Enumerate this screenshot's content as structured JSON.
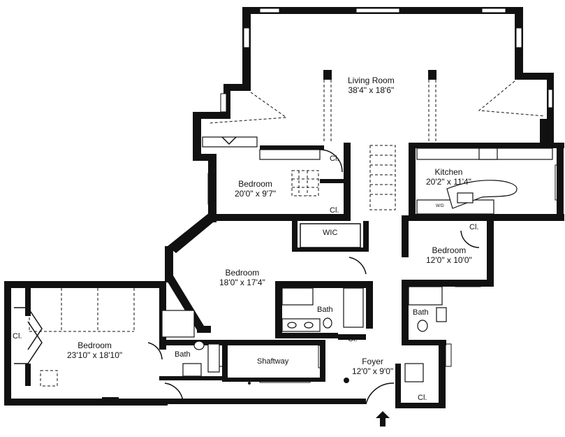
{
  "rooms": {
    "living_room": {
      "name": "Living Room",
      "dims": "38'4\" x 18'6\""
    },
    "kitchen": {
      "name": "Kitchen",
      "dims": "20'2\" x 11'4\""
    },
    "bedroom_a": {
      "name": "Bedroom",
      "dims": "20'0\" x 9'7\""
    },
    "bedroom_b": {
      "name": "Bedroom",
      "dims": "18'0\" x 17'4\""
    },
    "bedroom_c": {
      "name": "Bedroom",
      "dims": "12'0\" x 10'0\""
    },
    "bedroom_d": {
      "name": "Bedroom",
      "dims": "23'10\" x 18'10\""
    },
    "foyer": {
      "name": "Foyer",
      "dims": "12'0\" x 9'0\""
    }
  },
  "labels": {
    "closet": "Cl.",
    "wic": "WIC",
    "bath": "Bath",
    "shaftway": "Shaftway",
    "wd": "W/D"
  },
  "colors": {
    "walls": "#111111",
    "background": "#ffffff"
  },
  "icons": {
    "entry": "entry-arrow-icon"
  }
}
